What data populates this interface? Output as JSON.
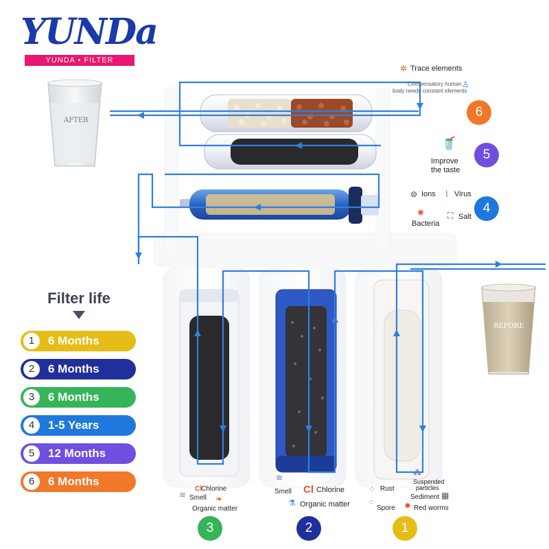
{
  "brand": {
    "logo_text": "YUNDa",
    "tagline": "YUNDA • FILTER"
  },
  "glasses": {
    "after": "AFTER",
    "before": "BEFORE"
  },
  "stage_labels": {
    "trace_elements": "Trace elements",
    "compensatory_line1": "Compensatory human",
    "compensatory_line2": "body needs constant elements",
    "improve_line1": "Improve",
    "improve_line2": "the taste",
    "ions": "Ions",
    "virus": "Virus",
    "bacteria": "Bacteria",
    "salt": "Salt"
  },
  "stage_numbers": [
    "6",
    "5",
    "4"
  ],
  "bottom_labels": {
    "f3_chlorine_symbol": "Cl",
    "f3_chlorine": "Chlorine",
    "f3_smell": "Smell",
    "f3_organic": "Organic matter",
    "f2_smell": "Smell",
    "f2_chlorine_symbol": "Cl",
    "f2_chlorine": "Chlorine",
    "f2_organic": "Organic matter",
    "f1_rust": "Rust",
    "f1_suspended_line1": "Suspended",
    "f1_suspended_line2": "particles",
    "f1_sediment": "Sediment",
    "f1_spore": "Spore",
    "f1_red_worms": "Red worms"
  },
  "bottom_numbers": [
    "3",
    "2",
    "1"
  ],
  "filter_life": {
    "title": "Filter life",
    "items": [
      {
        "num": "1",
        "label": "6 Months",
        "color": "#e6bd16"
      },
      {
        "num": "2",
        "label": "6 Months",
        "color": "#1f2f9c"
      },
      {
        "num": "3",
        "label": "6 Months",
        "color": "#36b45a"
      },
      {
        "num": "4",
        "label": "1-5 Years",
        "color": "#1f78dc"
      },
      {
        "num": "5",
        "label": "12 Months",
        "color": "#6f4fe0"
      },
      {
        "num": "6",
        "label": "6 Months",
        "color": "#f07828"
      }
    ]
  },
  "colors": {
    "flow": "#2f7fe0",
    "stage6": "#f07828",
    "stage5": "#6f4fe0",
    "stage4": "#1f78dc",
    "stage3": "#36b45a",
    "stage2": "#1f2f9c",
    "stage1": "#e6bd16"
  }
}
